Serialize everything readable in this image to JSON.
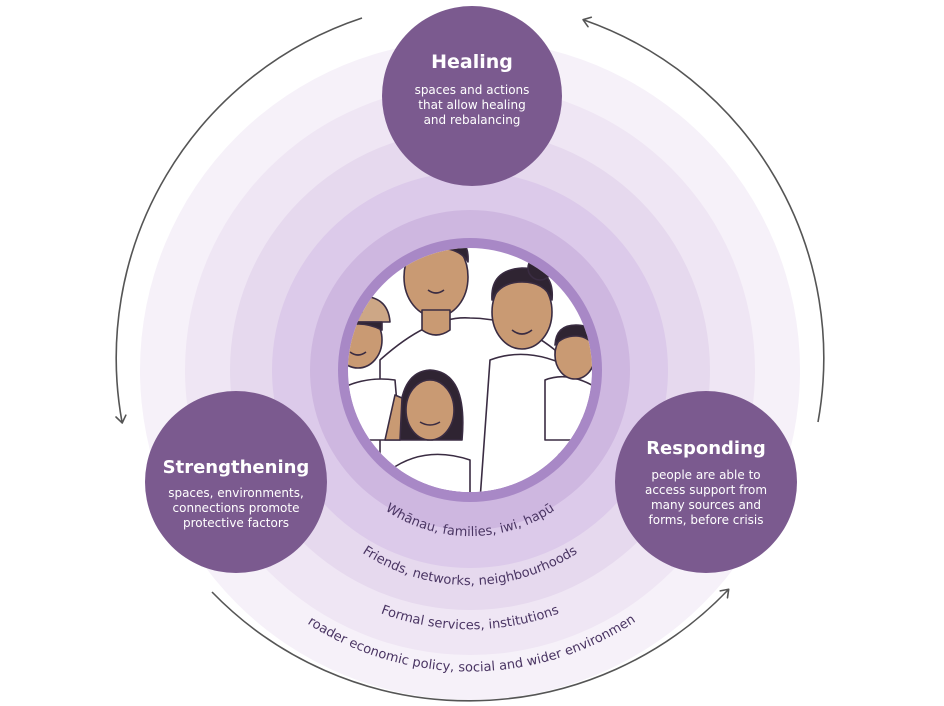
{
  "colors": {
    "ring_outer": "#f6f1f9",
    "ring_2": "#efe6f4",
    "ring_3": "#e6d9ee",
    "ring_4": "#dccaea",
    "ring_inner": "#ceb7e0",
    "core": "#a888c6",
    "node_fill": "#7b5a8f",
    "text_dark": "#4a3563",
    "arrow": "#555555",
    "skin": "#c99a73",
    "hair": "#2f2432",
    "line": "#3a2c42",
    "cap": "#cda786"
  },
  "nodes": [
    {
      "id": "healing",
      "title": "Healing",
      "lines": [
        "spaces and actions",
        "that allow healing",
        "and rebalancing"
      ]
    },
    {
      "id": "strengthening",
      "title": "Strengthening",
      "lines": [
        "spaces, environments,",
        "connections promote",
        "protective factors"
      ]
    },
    {
      "id": "responding",
      "title": "Responding",
      "lines": [
        "people are able to",
        "access support from",
        "many sources and",
        "forms, before crisis"
      ]
    }
  ],
  "rings": [
    {
      "label": "Whānau, families, iwi, hapū"
    },
    {
      "label": "Friends, networks, neighbourhoods"
    },
    {
      "label": "Formal services, institutions"
    },
    {
      "label": "Broader economic policy, social and wider environment"
    }
  ],
  "illustration": {
    "icon": "family-illustration-icon"
  }
}
